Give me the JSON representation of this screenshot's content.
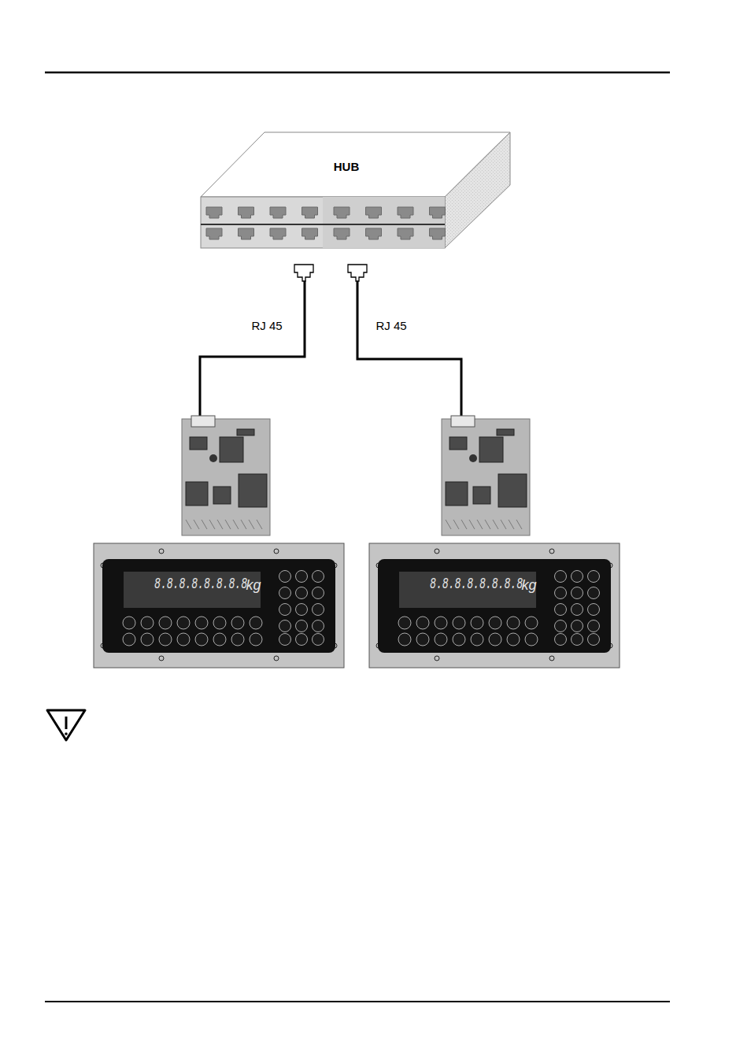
{
  "diagram": {
    "nodes": [
      {
        "text": [
          "HUB"
        ]
      }
    ],
    "labels": [
      "RJ 45",
      "RJ 45",
      "8.8.8.8.8.8.8.8",
      "kg",
      "8.8.8.8.8.8.8.8",
      "kg"
    ]
  }
}
